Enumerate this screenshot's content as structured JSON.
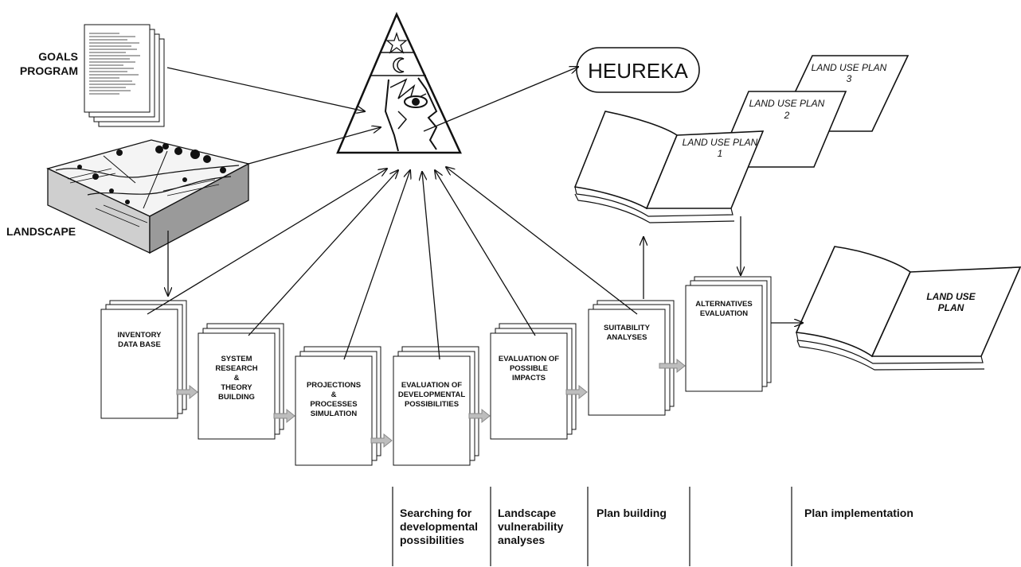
{
  "inputs": {
    "goals": [
      "GOALS",
      "PROGRAM"
    ],
    "landscape": "LANDSCAPE"
  },
  "heureka": "HEUREKA",
  "steps": {
    "inventory": [
      "INVENTORY",
      "DATA BASE"
    ],
    "system": [
      "SYSTEM",
      "RESEARCH",
      "&",
      "THEORY",
      "BUILDING"
    ],
    "projections": [
      "PROJECTIONS",
      "&",
      "PROCESSES",
      "SIMULATION"
    ],
    "evaluation_dev": [
      "EVALUATION OF",
      "DEVELOPMENTAL",
      "POSSIBILITIES"
    ],
    "evaluation_imp": [
      "EVALUATION OF",
      "POSSIBLE",
      "IMPACTS"
    ],
    "suitability": [
      "SUITABILITY",
      "ANALYSES"
    ],
    "alternatives": [
      "ALTERNATIVES",
      "EVALUATION"
    ]
  },
  "plans": {
    "plan1": [
      "LAND USE PLAN",
      "1"
    ],
    "plan2": [
      "LAND USE PLAN",
      "2"
    ],
    "plan3": [
      "LAND USE PLAN",
      "3"
    ],
    "final": [
      "LAND USE",
      "PLAN"
    ]
  },
  "phases": {
    "searching": "Searching for developmental possibilities",
    "vulnerability": "Landscape vulnerability analyses",
    "plan_building": "Plan building",
    "implementation": "Plan implementation"
  }
}
